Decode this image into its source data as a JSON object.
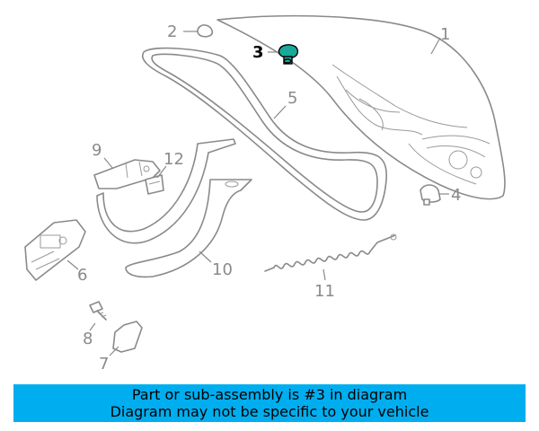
{
  "callouts": {
    "c1": "1",
    "c2": "2",
    "c3": "3",
    "c4": "4",
    "c5": "5",
    "c6": "6",
    "c7": "7",
    "c8": "8",
    "c9": "9",
    "c10": "10",
    "c11": "11",
    "c12": "12"
  },
  "highlight": {
    "part_number": "3",
    "color": "#1aa89a"
  },
  "banner": {
    "line1": "Part or sub-assembly is #3 in diagram",
    "line2": "Diagram may not be specific to your vehicle",
    "background": "#00aeef"
  }
}
